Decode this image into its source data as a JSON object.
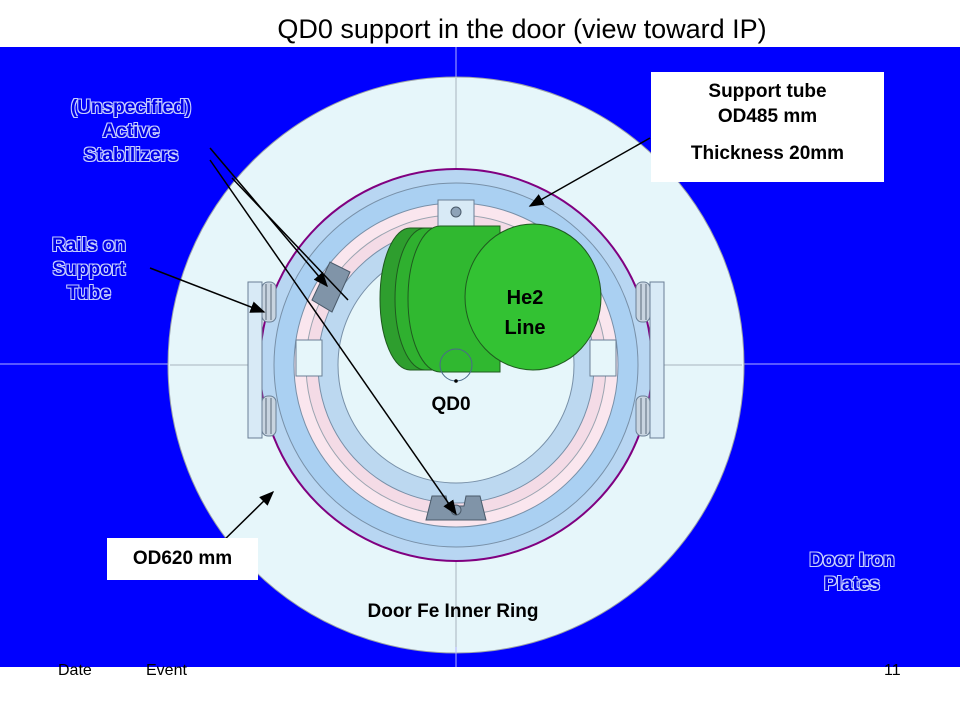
{
  "title": "QD0 support in the door (view toward IP)",
  "labels": {
    "stabilizers": "(Unspecified)\nActive\nStabilizers",
    "rails": "Rails on\nSupport\nTube",
    "support_tube_line1": "Support tube",
    "support_tube_line2": "OD485 mm",
    "support_tube_line3": "Thickness 20mm",
    "he2_line": "He2\nLine",
    "qd0": "QD0",
    "od620": "OD620 mm",
    "door_fe_inner_ring": "Door Fe Inner Ring",
    "door_iron_plates": "Door Iron\nPlates"
  },
  "footer": {
    "date": "Date",
    "event": "Event",
    "page": "11"
  },
  "colors": {
    "door_plate": "#0000ff",
    "inner_ring": "#e6f6fa",
    "support_tube": "#aad0f2",
    "rail_ring": "#fae6ee",
    "purple_circle": "#800080",
    "he2_green": "#33c233",
    "label_blue": "#0000e6"
  }
}
